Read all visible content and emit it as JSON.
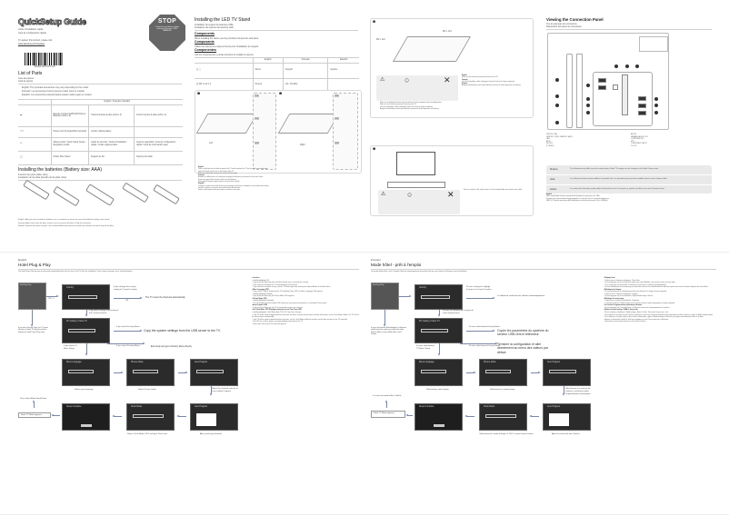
{
  "page": {
    "top": {
      "logo": "QuickSetup Guide",
      "subtitles": [
        "Guide d'installation rapide",
        "Guía de configuración rápida"
      ],
      "register_text": "To register this product, please visit",
      "register_url": "www.samsung.com/register",
      "barcode_number": "BN68-09XXXX-00",
      "stop_badge": {
        "title": "STOP",
        "text": "Contact the manufacturer before returning to the store. 1-800-SAMSUNG"
      },
      "list_of_parts": {
        "title": "List of Parts",
        "subtitles": [
          "Liste des pièces",
          "Lista de piezas"
        ],
        "notes": [
          "English: The provided accessories may vary depending on the model.",
          "Français: Les accessoires fournis peuvent varier selon le modèle.",
          "Español: Los accesorios proporcionados pueden variar según el modelo."
        ],
        "table_header": "English / Français / Español",
        "rows": [
          [
            "Remote Control (AA59-00XXXA) & Batteries (AAA x 2)",
            "Télécommande & piles (AAA x 2)",
            "Control remoto & pilas (AAA x 2)"
          ],
          [
            "Power Cord (Included/Not Included)",
            "Cordon d'alimentation",
            ""
          ],
          [
            "Safety Guide / Quick Setup Guide / Regulatory Guide",
            "Guide de sécurité / Guide d'installation rapide / Guide réglementaire",
            "Guía de seguridad / Guía de configuración rápida / Guía de información legal"
          ],
          [
            "Holder Wire Stand",
            "Support de fils",
            "Soporte del cable"
          ]
        ]
      },
      "batteries": {
        "title": "Installing the batteries (Battery size: AAA)",
        "subtitles": [
          "Insertion des piles (taille: AAA)",
          "Instalación de las pilas (tamaño de las pilas: AAA)"
        ],
        "notes": [
          "English : After you have inserted the batteries, use a screwdriver to secure the screw that holds the battery cover closed.",
          "Français: Après avoir inséré les piles, serrez la vis du couvercle des piles à l'aide d'un tournevis.",
          "Español: Después de insertar las pilas, use un destornillador para apretar el tornillo que mantiene cerrada la tapa de las pilas."
        ]
      },
      "stand": {
        "title": "Installing the LED TV Stand",
        "subtitles": [
          "Installation du support de téléviseur DEL",
          "Instalación del soporte del televisor LED"
        ],
        "components_labels": [
          "Components",
          "Composants",
          "Componentes"
        ],
        "components_notes": [
          "When installing the stand, use the provided components and parts.",
          "Utilisez les éléments et pièces fournis pour l'installation du support.",
          "Use los componentes y piezas provistos al instalar el soporte."
        ],
        "table_cols": [
          "English",
          "Français",
          "Español"
        ],
        "table_rows": [
          {
            "icon": "A",
            "part": "stand",
            "en": "Stand",
            "fr": "Support",
            "es": "Soporte"
          },
          {
            "icon": "B",
            "part": "M4 x L12 x 4",
            "en": "Screws",
            "fr": "Vis / Tornillos",
            "es": ""
          }
        ],
        "step_labels": [
          "1-1",
          "1-2",
          "1-3",
          "2-1",
          "2-2",
          "2-3"
        ],
        "side_labels": [
          "Left",
          "Right"
        ],
        "instructions": {
          "English": [
            "Place a soft cloth over the table to protect the TV, and then place the TV on the cloth screen-side down.",
            "Insert the Stand into the slot on the bottom of the TV.",
            "Slide each stand until it comes into contact with the guide."
          ],
          "Français": [
            "Étendez un chiffon doux sur la table pour protéger le téléviseur, puis posez-le écran vers le bas.",
            "Insérez le support dans la fente située sous le téléviseur.",
            "Faites glisser chaque support jusqu'à ce qu'il touche le guide."
          ],
          "Español": [
            "Coloque un paño suave sobre la mesa para proteger el televisor y colóquelo con la pantalla hacia abajo.",
            "Inserte el soporte en la ranura de la parte inferior del televisor.",
            "Deslice cada soporte hasta que entre en contacto con la guía."
          ]
        },
        "step3_screw": "M4 x L12",
        "step3_cautions": [
          "Make sure to distinguish between the front and back of each component when assembling them.",
          "Make sure that at least two persons lift and move the TV.",
          "Lors de l'assemblage, veillez à distinguer l'avant de l'arrière de chaque composant.",
          "Asegúrese de distinguir entre la parte delantera y trasera de cada componente al montarlos."
        ],
        "step4_note": "Place the stand on a flat, stable surface. Use the included holder wire stand to route cables."
      },
      "connection_panel": {
        "title": "Viewing the Connection Panel",
        "subtitles": [
          "Vue du panneau de connexions",
          "Disposición del panel de conexiones"
        ],
        "legend_left": [
          "USB (5V 0.5A)",
          "HDMI IN 1 (STB) / HDMI IN 2 (ARC)",
          "LAN",
          "AV IN",
          "RS-232C",
          "PC AUDIO"
        ],
        "legend_right": [
          "ANT IN",
          "VARIABLE AUDIO OUT",
          "COMPONENT IN",
          "MTV",
          "COMPONENT / AV IN",
          "CLOCK"
        ],
        "notes": [
          {
            "lang": "Notice",
            "text": "The illustration may differ from the actual product. Hotel TV settings can be changed in the Hotel Option menu."
          },
          {
            "lang": "Avis",
            "text": "Les éléments illustrés peuvent différer du produit réel. Les paramètres peuvent être modifiés dans le menu Options hôtel."
          },
          {
            "lang": "Aviso",
            "text": "Los elementos ilustrados pueden diferir del producto real. Los ajustes se pueden cambiar en el menú Opciones hotel."
          }
        ],
        "english_notes": [
          "When using Widget function through Wired Standby, the target port is the LAN.",
          "If power is not connected after being plugged out, it may take up to 1 minute for booting time.",
          "LAN OUT: Network speed may differ depending on network environment. (Up to 100Mbps)"
        ]
      }
    },
    "bottom_en": {
      "lang_tag": "[English]",
      "title": "Hotel Plug & Play",
      "intro": "The Hotel Plug & Play function is performed automatically when you first turn on the TV after the installation. It sets country, language, clock, and hotel options.",
      "screens": {
        "s1": "Hotel Plug & Play",
        "s2": "Country",
        "s3": "Pro Setting / Clone TV",
        "s4": "Menu Language",
        "s5": "Picture Mode",
        "s6": "Setup Complete",
        "s7": "Clock Mode",
        "s8": "Auto Program",
        "s9": "Auto Program"
      },
      "labels": {
        "if_change_country": "If you change the country setting to Current Location",
        "pressed_ok": "OK",
        "ok_sym": "OK / ↵",
        "tv_scan": "The TV scans the channels automatically",
        "dont_change": "If you don't change the country of the Current location",
        "if_select_factory_menu": "If you select Factory Menu",
        "copy_settings": "Copy the system settings from the USB server to the TV.",
        "finish_setup": "End setup and go to Factory Menu directly",
        "selected_tv_basic": "If you select TV Basic Setup",
        "factory_reset_note": "If you select Factory Reset, the TV resets all values to Hotel TV defaults and then displays the Hotel Plug & Play menu.",
        "select_language": "Select your language",
        "select_picture_mode": "Select Picture mode",
        "select_ok_auto_program": "Select the channel sources to scan in Auto Program",
        "clock_mode_caption": "Select Clock Mode, DST, and your Time zone",
        "after_channels": "After searching channels",
        "hotel_tv_mode": "Hotel TV Mode appears",
        "press_ok_to_start": "Press Hotel Mode Start/Power",
        "if_ok": "If you press OK"
      },
      "instructions": [
        {
          "head": "Location",
          "items": [
            "Initially highlighted: US.",
            "If you press the Enter key after selecting Change, you can change the country.",
            "If the country is changed, the TV automatically turns off and on.",
            "If you select the incorrect country, execute TV Reset again after entering the System Admin of the Hotel menu."
          ]
        },
        {
          "head": "Menu Language OSD",
          "items": [
            "If you select TV Basic Setup from the TV Installation Type OSD, the Menu Language OSD appears.",
            "Initially highlighted: English.",
            "If you press the Enter key, the Picture Mode OSD appears."
          ]
        },
        {
          "head": "Picture Mode OSD",
          "items": [
            "Initially highlighted: Standard.",
            "The TV displays the Picture Mode OSD where you can choose the Dynamic or a Standard Picture mode."
          ]
        },
        {
          "head": "Auto Program OSD",
          "items": [
            "If you press the Enter key, the TV automatically searches for channels."
          ]
        },
        {
          "head": "Set Clock Mode, DST (Daylight saving time), and Time Zone OSD",
          "items": [
            "Initially highlighted: Clock Mode: Auto, DST: Off, Time Zone: Eastern.",
            "If the TV will be tuned to digital broadcast channels and those channels transmit date and time information, set the Clock Mode to Auto. The TV will set the date and time automatically.",
            "If the TV will be tuned to digital broadcast channels, set the Clock Mode to Manual and then set the date and time on the TV manually.",
            "Set DST (on or off) to apply or not apply daylight saving time to the TV.",
            "Select your time zone on the map that appears."
          ]
        }
      ]
    },
    "bottom_fr": {
      "lang_tag": "[Français]",
      "title": "Mode hôtel - prêt à l'emploi",
      "intro": "La fonction Mode hôtel - prêt à l'emploi s'effectue automatiquement la première fois que vous allumez le téléviseur après l'installation.",
      "labels": {
        "if_change": "Si vous changez le réglage du pays en Current Location",
        "tv_scan": "Le téléviseur recherche les chaînes automatiquement",
        "dont_change": "Si vous ne changez pas le pays de votre emplacement",
        "if_factory": "Si vous sélectionnez Factory Menu",
        "copy": "Copier les paramètres du système du serveur USB vers le téléviseur.",
        "finish": "Terminer la configuration et aller directement au menu des valeurs par défaut",
        "select_language": "Sélectionner votre langue",
        "select_picture": "Sélectionner le mode Image",
        "clock_caption": "Sélectionnez le mode horloge, le DST et votre fuseau horaire",
        "after_channels": "Après la recherche des chaînes",
        "hotel_mode_appears": "Le menu du mode hôtel s'affiche",
        "auto_prog_sources": "Sélectionnez les sources de chaînes à rechercher dans Programmation automatique",
        "factory_reset_note": "Si vous sélectionnez Réinitialisation, le téléviseur rétablit toutes les valeurs par défaut du mode hôtel et affiche le menu Mode hôtel - prêt à l'emploi.",
        "if_tv_basic": "Si vous sélectionnez TV Basic Setup"
      },
      "instructions": [
        {
          "head": "Réglage local",
          "items": [
            "Option mise en évidence initialement : États-Unis.",
            "Si vous appuyez sur la touche Entrée après avoir choisi Modifier, vous pouvez choisir un autre pays.",
            "Si un autre pays est sélectionné, le téléviseur s'éteint puis se rallume automatiquement.",
            "Si vous sélectionnez le mauvais pays, procédez de nouveau à la réinitialisation du téléviseur après avoir ouvert la fenêtre Système du menu Hôtel."
          ]
        },
        {
          "head": "Affichage de la langue",
          "items": [
            "Si vous sélectionnez la configuration de base du téléviseur, la langue du menu apparaît.",
            "Option mise en évidence initialement : English.",
            "Si vous appuyez sur la touche Entrée, l'option Mode image s'affiche."
          ]
        },
        {
          "head": "Affichage du mode image",
          "items": [
            "Option mise en évidence initialement : Standard.",
            "Le téléviseur affiche le Mode image et vous pouvez choisir le mode Dynamique ou Image standard."
          ]
        },
        {
          "head": "La fonction Programmation automatique démarre.",
          "items": [
            "Si vous appuyez sur la touche Entrée, le téléviseur recherche automatiquement les chaînes."
          ]
        },
        {
          "head": "Réglez le mode horloge, l'HAE et fuseau hor.",
          "items": [
            "Mis en évidence initialement : Mode horloge : Auto, H. d'été : Désactivé, Fuseau hor. : Est.",
            "Si le téléviseur est réglé sur des chaînes numériques et que ces chaînes transmettent des informations de date et d'heure, réglez le Mode horloge à Auto.",
            "Si le téléviseur n'est pas réglé sur des chaînes numériques, réglez le Mode horloge sur Manuel, puis réglez manuellement l'heure et la date.",
            "Activez ou désactivez l'option H. d'été pour appliquer ou non l'heure avancée au téléviseur.",
            "Sélectionnez votre fuseau horaire sur la carte qui s'affiche."
          ]
        }
      ]
    }
  }
}
